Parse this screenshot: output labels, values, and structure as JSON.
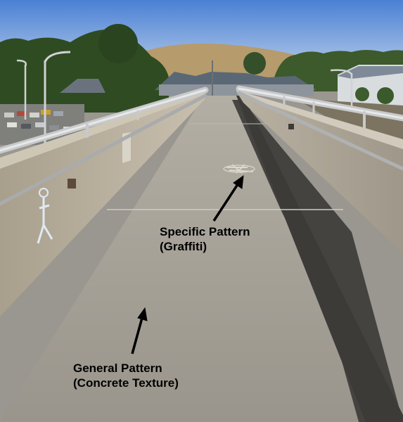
{
  "annotations": {
    "specific": {
      "line1": "Specific Pattern",
      "line2": "(Graffiti)"
    },
    "general": {
      "line1": "General Pattern",
      "line2": "(Concrete Texture)"
    }
  },
  "colors": {
    "sky_top": "#4f86d6",
    "sky_bottom": "#b7cdea",
    "hill": "#b79d6e",
    "trees": "#2f4a22",
    "roof": "#5b6a78",
    "concrete_deck": "#a39f97",
    "concrete_wall": "#b6ad9c",
    "shadow": "#3e3d3a",
    "railing": "#c9cbcc",
    "arrow": "#000000"
  }
}
